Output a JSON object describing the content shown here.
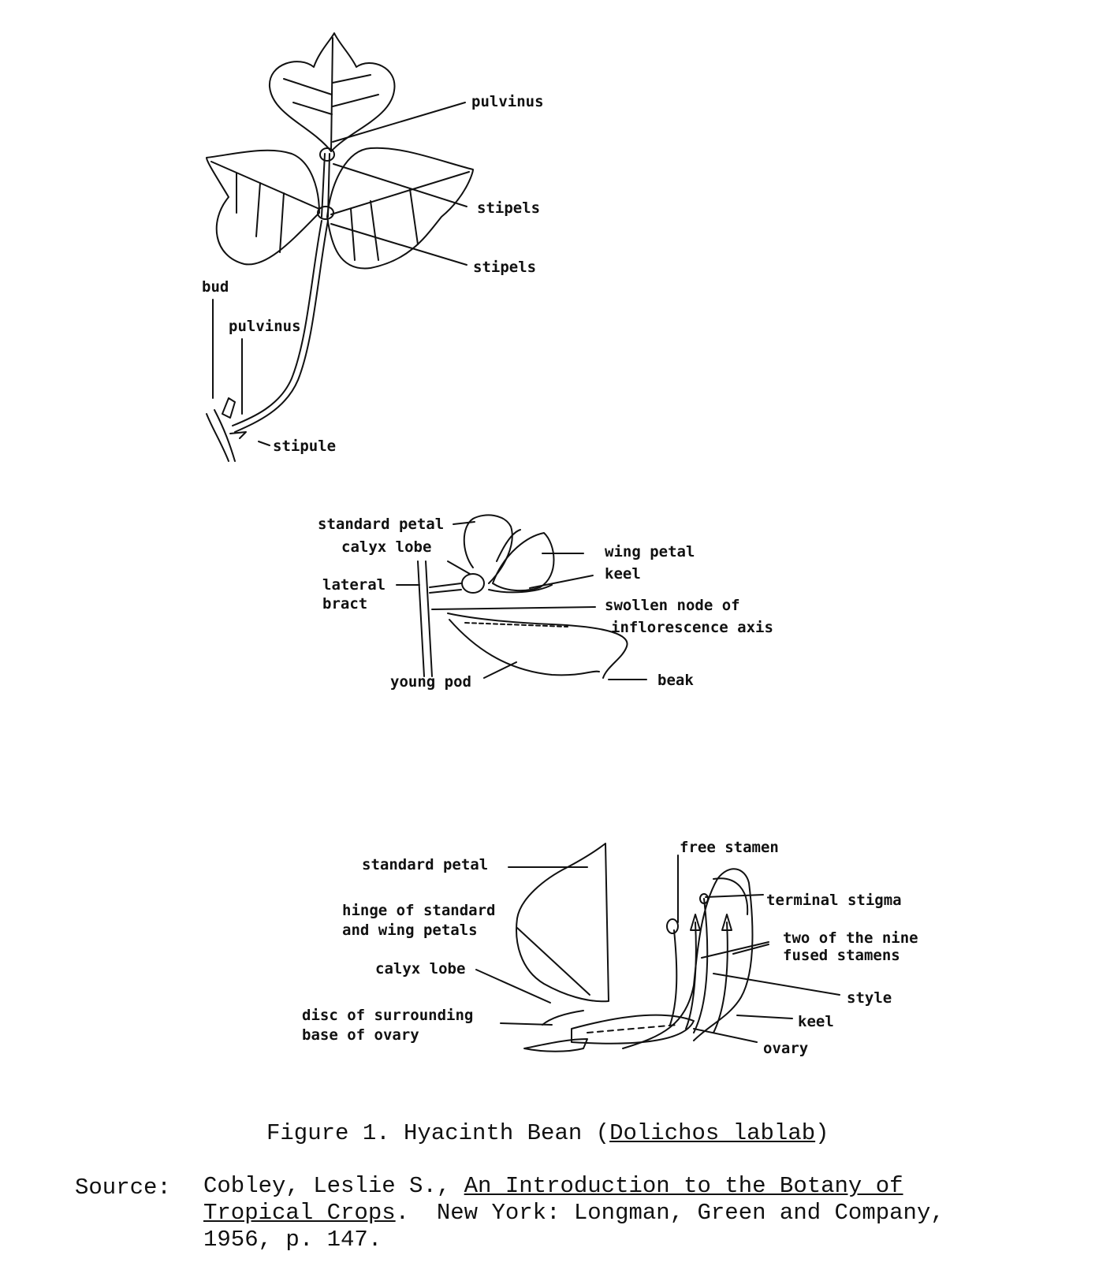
{
  "leaf_labels": {
    "pulvinus_top": "pulvinus",
    "stipels_upper": "stipels",
    "stipels_lower": "stipels",
    "bud": "bud",
    "pulvinus_base": "pulvinus",
    "stipule": "stipule"
  },
  "flower_labels": {
    "standard_petal": "standard petal",
    "calyx_lobe": "calyx lobe",
    "lateral": "lateral",
    "bract": "bract",
    "wing_petal": "wing petal",
    "keel": "keel",
    "swollen_node_1": "swollen node of",
    "swollen_node_2": "inflorescence axis",
    "young_pod": "young pod",
    "beak": "beak"
  },
  "section_labels": {
    "standard_petal": "standard petal",
    "hinge_1": "hinge of standard",
    "hinge_2": "and wing petals",
    "calyx_lobe": "calyx lobe",
    "disc_1": "disc of surrounding",
    "disc_2": "base of ovary",
    "free_stamen": "free stamen",
    "terminal_stigma": "terminal stigma",
    "fused_1": "two of the nine",
    "fused_2": "fused stamens",
    "style": "style",
    "keel": "keel",
    "ovary": "ovary"
  },
  "caption": {
    "prefix": "Figure 1. Hyacinth Bean (",
    "species": "Dolichos lablab",
    "suffix": ")"
  },
  "source": {
    "label": "Source:",
    "author": "Cobley, Leslie S., ",
    "title_1": "An Introduction to the Botany of",
    "title_2": "Tropical Crops",
    "publisher": ".  New York: Longman, Green and Company,",
    "year": "1956, p. 147."
  }
}
